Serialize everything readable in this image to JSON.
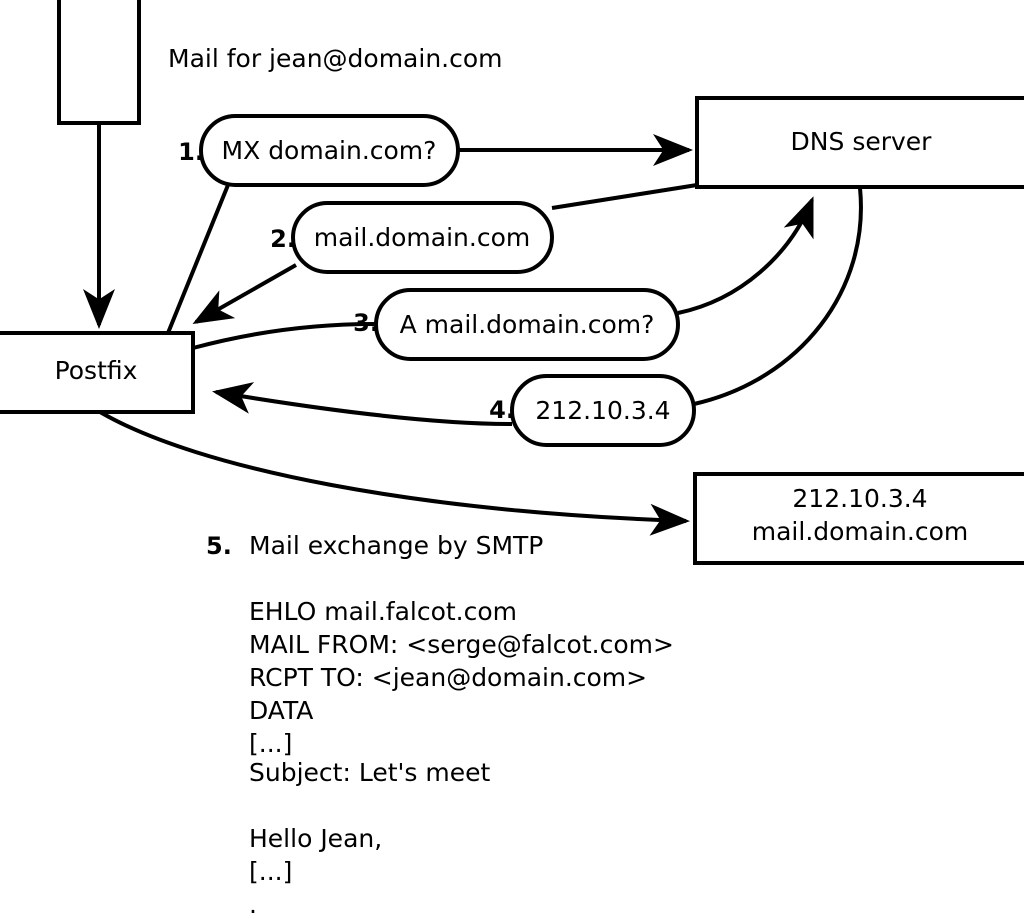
{
  "diagram": {
    "title_caption": "Mail for jean@domain.com",
    "nodes": {
      "sender_box": {
        "label": ""
      },
      "postfix": {
        "label": "Postfix"
      },
      "dns_server": {
        "label": "DNS server"
      },
      "mail_server": {
        "line1": "212.10.3.4",
        "line2": "mail.domain.com"
      }
    },
    "steps": [
      {
        "num": "1.",
        "label": "MX domain.com?"
      },
      {
        "num": "2.",
        "label": "mail.domain.com"
      },
      {
        "num": "3.",
        "label": "A mail.domain.com?"
      },
      {
        "num": "4.",
        "label": "212.10.3.4"
      }
    ],
    "step5": {
      "num": "5.",
      "label": "Mail exchange by SMTP"
    },
    "smtp_transcript": [
      "EHLO mail.falcot.com",
      "MAIL FROM: <serge@falcot.com>",
      "RCPT TO: <jean@domain.com>",
      "DATA",
      "[...]",
      "Subject: Let's meet",
      "",
      "Hello Jean,",
      "[...]",
      "."
    ],
    "colors": {
      "stroke": "#000000",
      "fill": "#ffffff",
      "text": "#000000"
    }
  }
}
